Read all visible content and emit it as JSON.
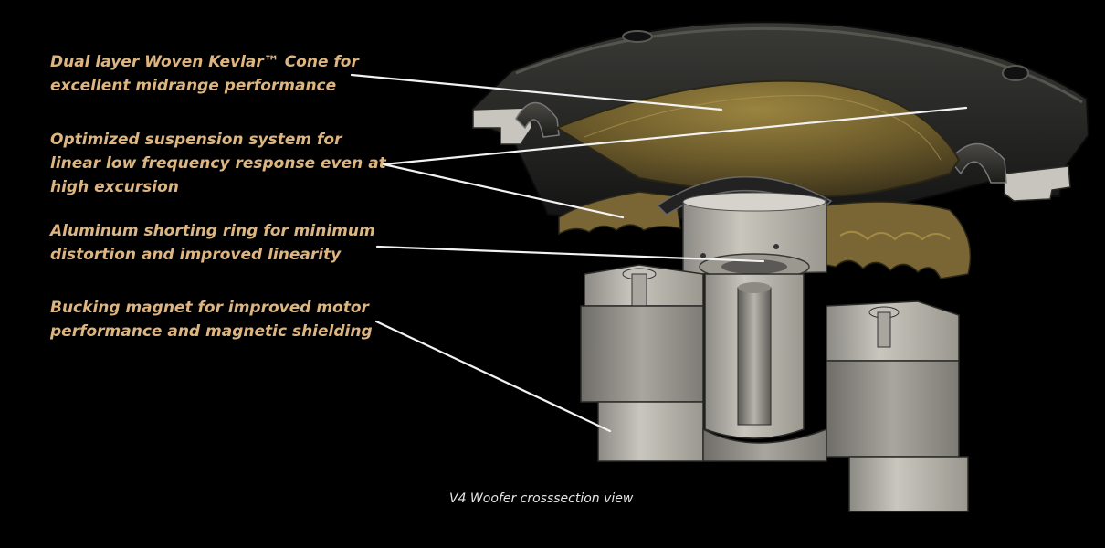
{
  "callouts": [
    {
      "lines": [
        "Dual layer Woven Kevlar™ Cone for",
        "excellent midrange performance"
      ]
    },
    {
      "lines": [
        "Optimized suspension system for",
        "linear low frequency response even at",
        "high excursion"
      ]
    },
    {
      "lines": [
        "Aluminum shorting ring for minimum",
        "distortion and improved linearity"
      ]
    },
    {
      "lines": [
        "Bucking magnet for improved motor",
        "performance and magnetic shielding"
      ]
    }
  ],
  "caption": "V4 Woofer crosssection view",
  "colors": {
    "background": "#000000",
    "callout_text": "#dcb580",
    "leader_line": "#f2f2f2",
    "cone": "#6b5a2a",
    "frame": "#2b2b2b",
    "metal": "#b9b6ae"
  },
  "icons": {
    "woofer": "woofer-crosssection-illustration"
  }
}
